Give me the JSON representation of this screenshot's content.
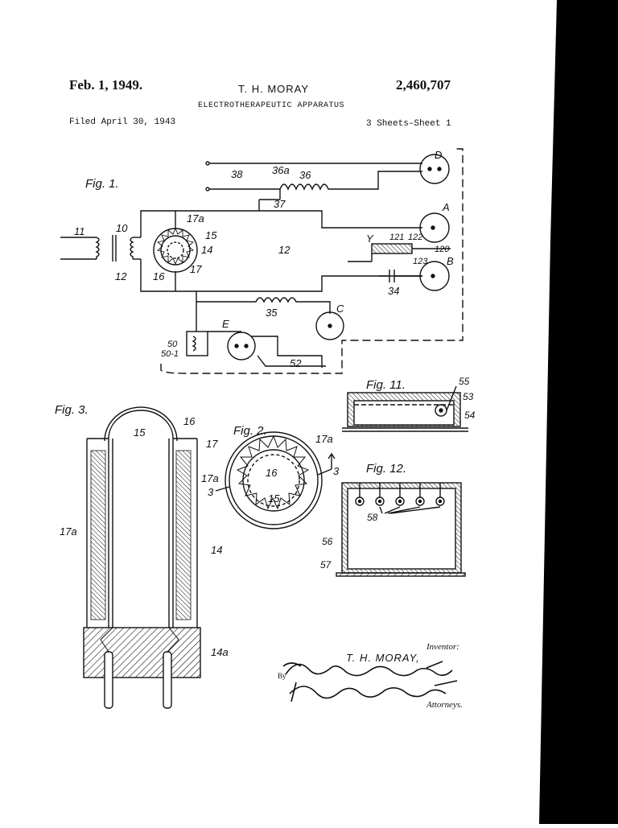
{
  "header": {
    "date": "Feb. 1, 1949.",
    "inventor_name": "T. H. MORAY",
    "patent_number": "2,460,707",
    "title": "ELECTROTHERAPEUTIC APPARATUS",
    "filed": "Filed April 30, 1943",
    "sheets": "3 Sheets–Sheet 1"
  },
  "figure_labels": {
    "fig1": "Fig. 1.",
    "fig2": "Fig. 2.",
    "fig3": "Fig. 3.",
    "fig11": "Fig. 11.",
    "fig12": "Fig. 12."
  },
  "reference_labels": {
    "D": "D",
    "A": "A",
    "B": "B",
    "C": "C",
    "E": "E",
    "Y": "Y",
    "r10": "10",
    "r11": "11",
    "r12a": "12",
    "r12b": "12",
    "r14": "14",
    "r15": "15",
    "r16": "16",
    "r17": "17",
    "r17a": "17a",
    "r34": "34",
    "r35": "35",
    "r36": "36",
    "r36a": "36a",
    "r37": "37",
    "r38": "38",
    "r50": "50",
    "r50_1": "50-1",
    "r52": "52",
    "r120": "120",
    "r121": "121",
    "r122": "122",
    "r123": "123",
    "f3_16": "16",
    "f3_15": "15",
    "f3_17": "17",
    "f3_17a_right": "17a",
    "f3_17a_left": "17a",
    "f3_14": "14",
    "f3_14a": "14a",
    "f2_17a": "17a",
    "f2_16": "16",
    "f2_15": "15",
    "f2_3_left": "3",
    "f2_3_right": "3",
    "f11_55": "55",
    "f11_53": "53",
    "f11_54": "54",
    "f12_58": "58",
    "f12_56": "56",
    "f12_57": "57"
  },
  "signature": {
    "inventor_label": "Inventor:",
    "inventor_signature": "T. H. MORAY,",
    "by_label": "By",
    "attorneys_label": "Attorneys."
  }
}
